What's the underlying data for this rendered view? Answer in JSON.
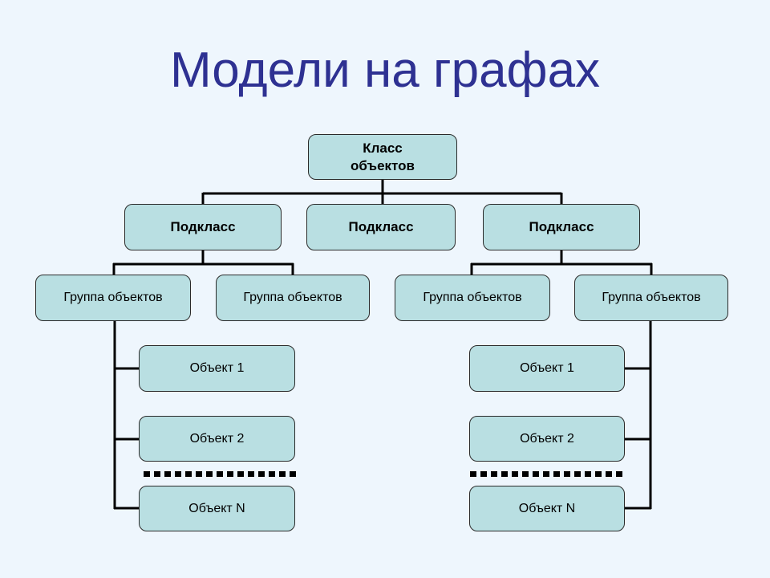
{
  "title": "Модели на графах",
  "colors": {
    "title": "#2e3192",
    "box_fill": "#b9dfe2",
    "background": "#eef6fd"
  },
  "root": {
    "label_line1": "Класс",
    "label_line2": "объектов"
  },
  "subclasses": [
    {
      "label": "Подкласс"
    },
    {
      "label": "Подкласс"
    },
    {
      "label": "Подкласс"
    }
  ],
  "groups": [
    {
      "label": "Группа объектов"
    },
    {
      "label": "Группа объектов"
    },
    {
      "label": "Группа объектов"
    },
    {
      "label": "Группа объектов"
    }
  ],
  "left_objects": [
    {
      "label": "Объект 1"
    },
    {
      "label": "Объект 2"
    },
    {
      "label": "Объект N"
    }
  ],
  "right_objects": [
    {
      "label": "Объект 1"
    },
    {
      "label": "Объект 2"
    },
    {
      "label": "Объект N"
    }
  ]
}
